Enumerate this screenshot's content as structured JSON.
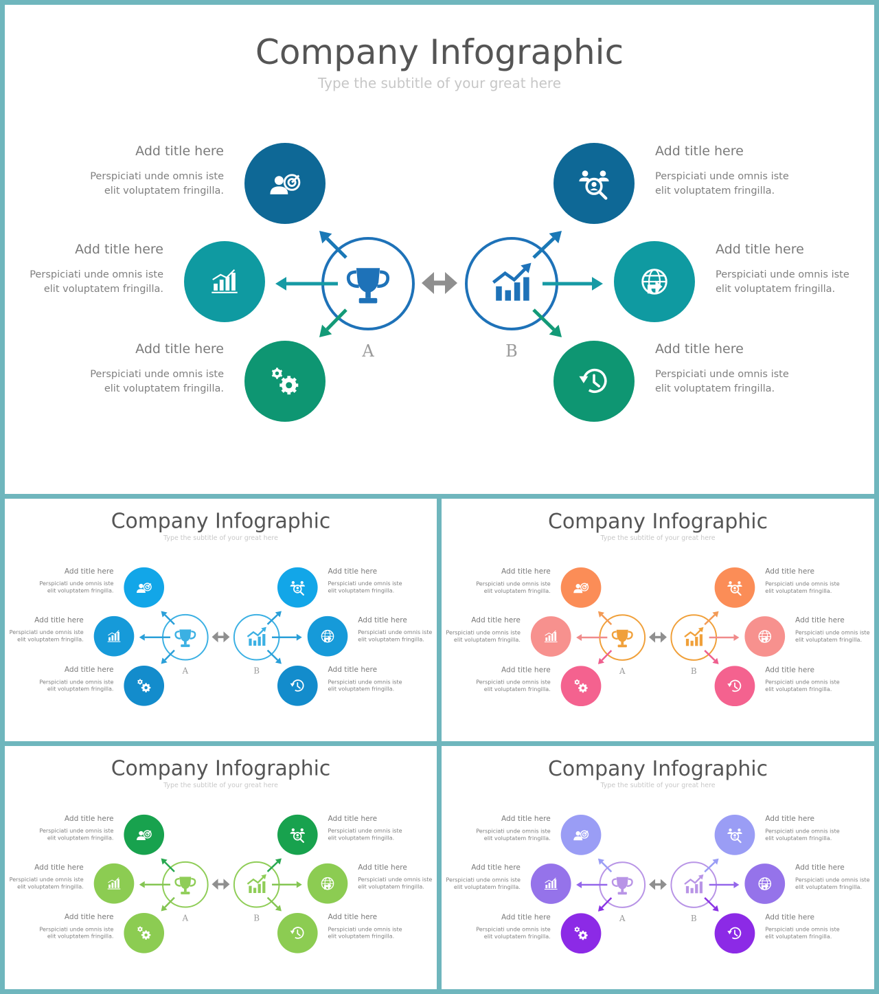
{
  "slide": {
    "title": "Company Infographic",
    "subtitle": "Type the subtitle of your great here",
    "label_a": "A",
    "label_b": "B",
    "items": [
      {
        "title": "Add title here",
        "line1": "Perspiciati unde omnis iste",
        "line2": "elit voluptatem fringilla.",
        "icon": "user-target-icon"
      },
      {
        "title": "Add title here",
        "line1": "Perspiciati unde omnis iste",
        "line2": "elit voluptatem fringilla.",
        "icon": "bar-chart-icon"
      },
      {
        "title": "Add title here",
        "line1": "Perspiciati unde omnis iste",
        "line2": "elit voluptatem fringilla.",
        "icon": "gears-icon"
      },
      {
        "title": "Add title here",
        "line1": "Perspiciati unde omnis iste",
        "line2": "elit voluptatem fringilla.",
        "icon": "people-search-icon"
      },
      {
        "title": "Add title here",
        "line1": "Perspiciati unde omnis iste",
        "line2": "elit voluptatem fringilla.",
        "icon": "globe-icon"
      },
      {
        "title": "Add title here",
        "line1": "Perspiciati unde omnis iste",
        "line2": "elit voluptatem fringilla.",
        "icon": "history-icon"
      }
    ],
    "hub_a_icon": "trophy-icon",
    "hub_b_icon": "growth-chart-icon",
    "swap_icon": "double-arrow-icon"
  },
  "themes": [
    {
      "name": "teal",
      "hub_a": "#1e72b8",
      "hub_b": "#1e72b8",
      "c": [
        "#0e6896",
        "#0f9aa1",
        "#0e9672",
        "#0e6896",
        "#0f9aa1",
        "#0e9672"
      ],
      "a": [
        "#1a78b6",
        "#169aa4",
        "#139a77",
        "#1a78b6",
        "#169aa4",
        "#139a77"
      ]
    },
    {
      "name": "blue",
      "hub_a": "#3bb0e3",
      "hub_b": "#3bb0e3",
      "c": [
        "#12a6e8",
        "#169ad9",
        "#138ccc",
        "#12a6e8",
        "#169ad9",
        "#138ccc"
      ],
      "a": [
        "#2a9fd8",
        "#2a9fd8",
        "#2a9fd8",
        "#2a9fd8",
        "#2a9fd8",
        "#2a9fd8"
      ]
    },
    {
      "name": "warm",
      "hub_a": "#f0a03a",
      "hub_b": "#f0a03a",
      "c": [
        "#fb8d57",
        "#f7918e",
        "#f4628f",
        "#fb8d57",
        "#f7918e",
        "#f4628f"
      ],
      "a": [
        "#f39a55",
        "#f08a8a",
        "#ee5f8e",
        "#f39a55",
        "#f08a8a",
        "#ee5f8e"
      ]
    },
    {
      "name": "green",
      "hub_a": "#8fcd57",
      "hub_b": "#8fcd57",
      "c": [
        "#18a24e",
        "#8ccc52",
        "#8ccc52",
        "#18a24e",
        "#8ccc52",
        "#8ccc52"
      ],
      "a": [
        "#28a850",
        "#84c552",
        "#84c552",
        "#28a850",
        "#84c552",
        "#84c552"
      ]
    },
    {
      "name": "purple",
      "hub_a": "#b894e6",
      "hub_b": "#b894e6",
      "c": [
        "#9a9df5",
        "#9573ea",
        "#8c2ae6",
        "#9a9df5",
        "#9573ea",
        "#8c2ae6"
      ],
      "a": [
        "#9a9df5",
        "#9466ea",
        "#8a32e4",
        "#9a9df5",
        "#9466ea",
        "#8a32e4"
      ]
    }
  ]
}
